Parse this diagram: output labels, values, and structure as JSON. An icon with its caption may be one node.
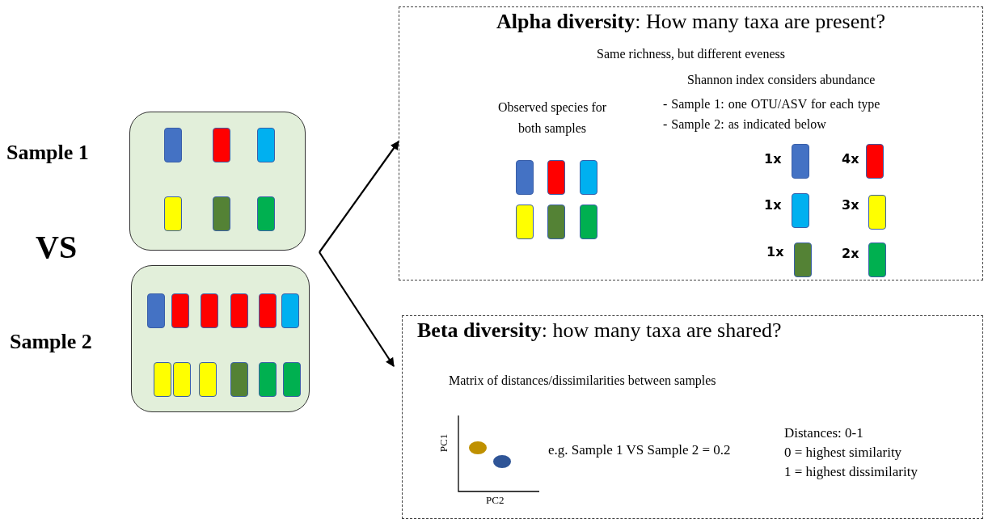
{
  "diagram": {
    "nodes": [
      {
        "text": [
          "Sample 1"
        ]
      },
      {
        "text": [
          "Sample 2"
        ]
      },
      {
        "text": [
          "**Alpha diversity**: How many taxa are present?",
          "Same richness, but different eveness",
          "Shannon index considers abundance",
          "Observed species for both samples",
          "- Sample 1: one OTU/ASV for each type",
          "- Sample 2: as indicated below"
        ]
      },
      {
        "text": [
          "**Beta diversity**: how many taxa are shared?",
          "Matrix of distances/dissimilarities between samples",
          "e.g. Sample 1 VS Sample 2 = 0.2",
          "Distances: 0-1",
          "0 = highest similarity",
          "1 = highest dissimilarity"
        ]
      }
    ],
    "edges": [
      {
        "from": null,
        "to": 2,
        "arrow": "to"
      },
      {
        "from": null,
        "to": 3,
        "arrow": "to"
      }
    ],
    "labels": [
      "1x",
      "4x",
      "1x",
      "3x",
      "VS",
      "1x",
      "2x",
      "PC1",
      "PC2"
    ]
  }
}
